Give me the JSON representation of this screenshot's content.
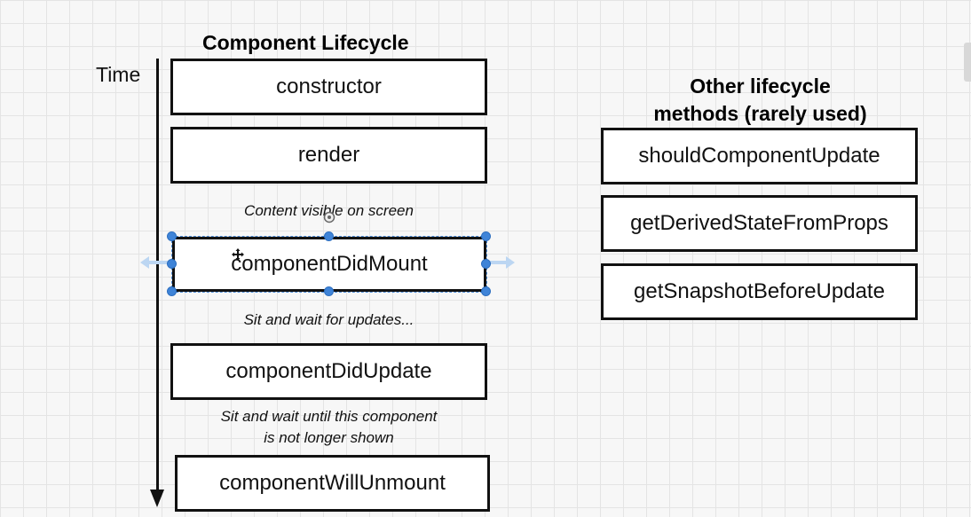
{
  "diagram": {
    "main_title": "Component Lifecycle",
    "axis_label": "Time",
    "lifecycle": [
      "constructor",
      "render",
      "componentDidMount",
      "componentDidUpdate",
      "componentWillUnmount"
    ],
    "notes": {
      "after_render": "Content visible on screen",
      "after_mount": "Sit and wait for updates...",
      "after_update_line1": "Sit and wait until this component",
      "after_update_line2": "is not longer shown"
    },
    "side_title_line1": "Other lifecycle",
    "side_title_line2": "methods (rarely used)",
    "other_methods": [
      "shouldComponentUpdate",
      "getDerivedStateFromProps",
      "getSnapshotBeforeUpdate"
    ],
    "selected_item": "componentDidMount"
  },
  "colors": {
    "grid": "#e4e4e4",
    "background": "#f7f7f7",
    "selection": "#3f84d8",
    "stroke": "#111111"
  }
}
